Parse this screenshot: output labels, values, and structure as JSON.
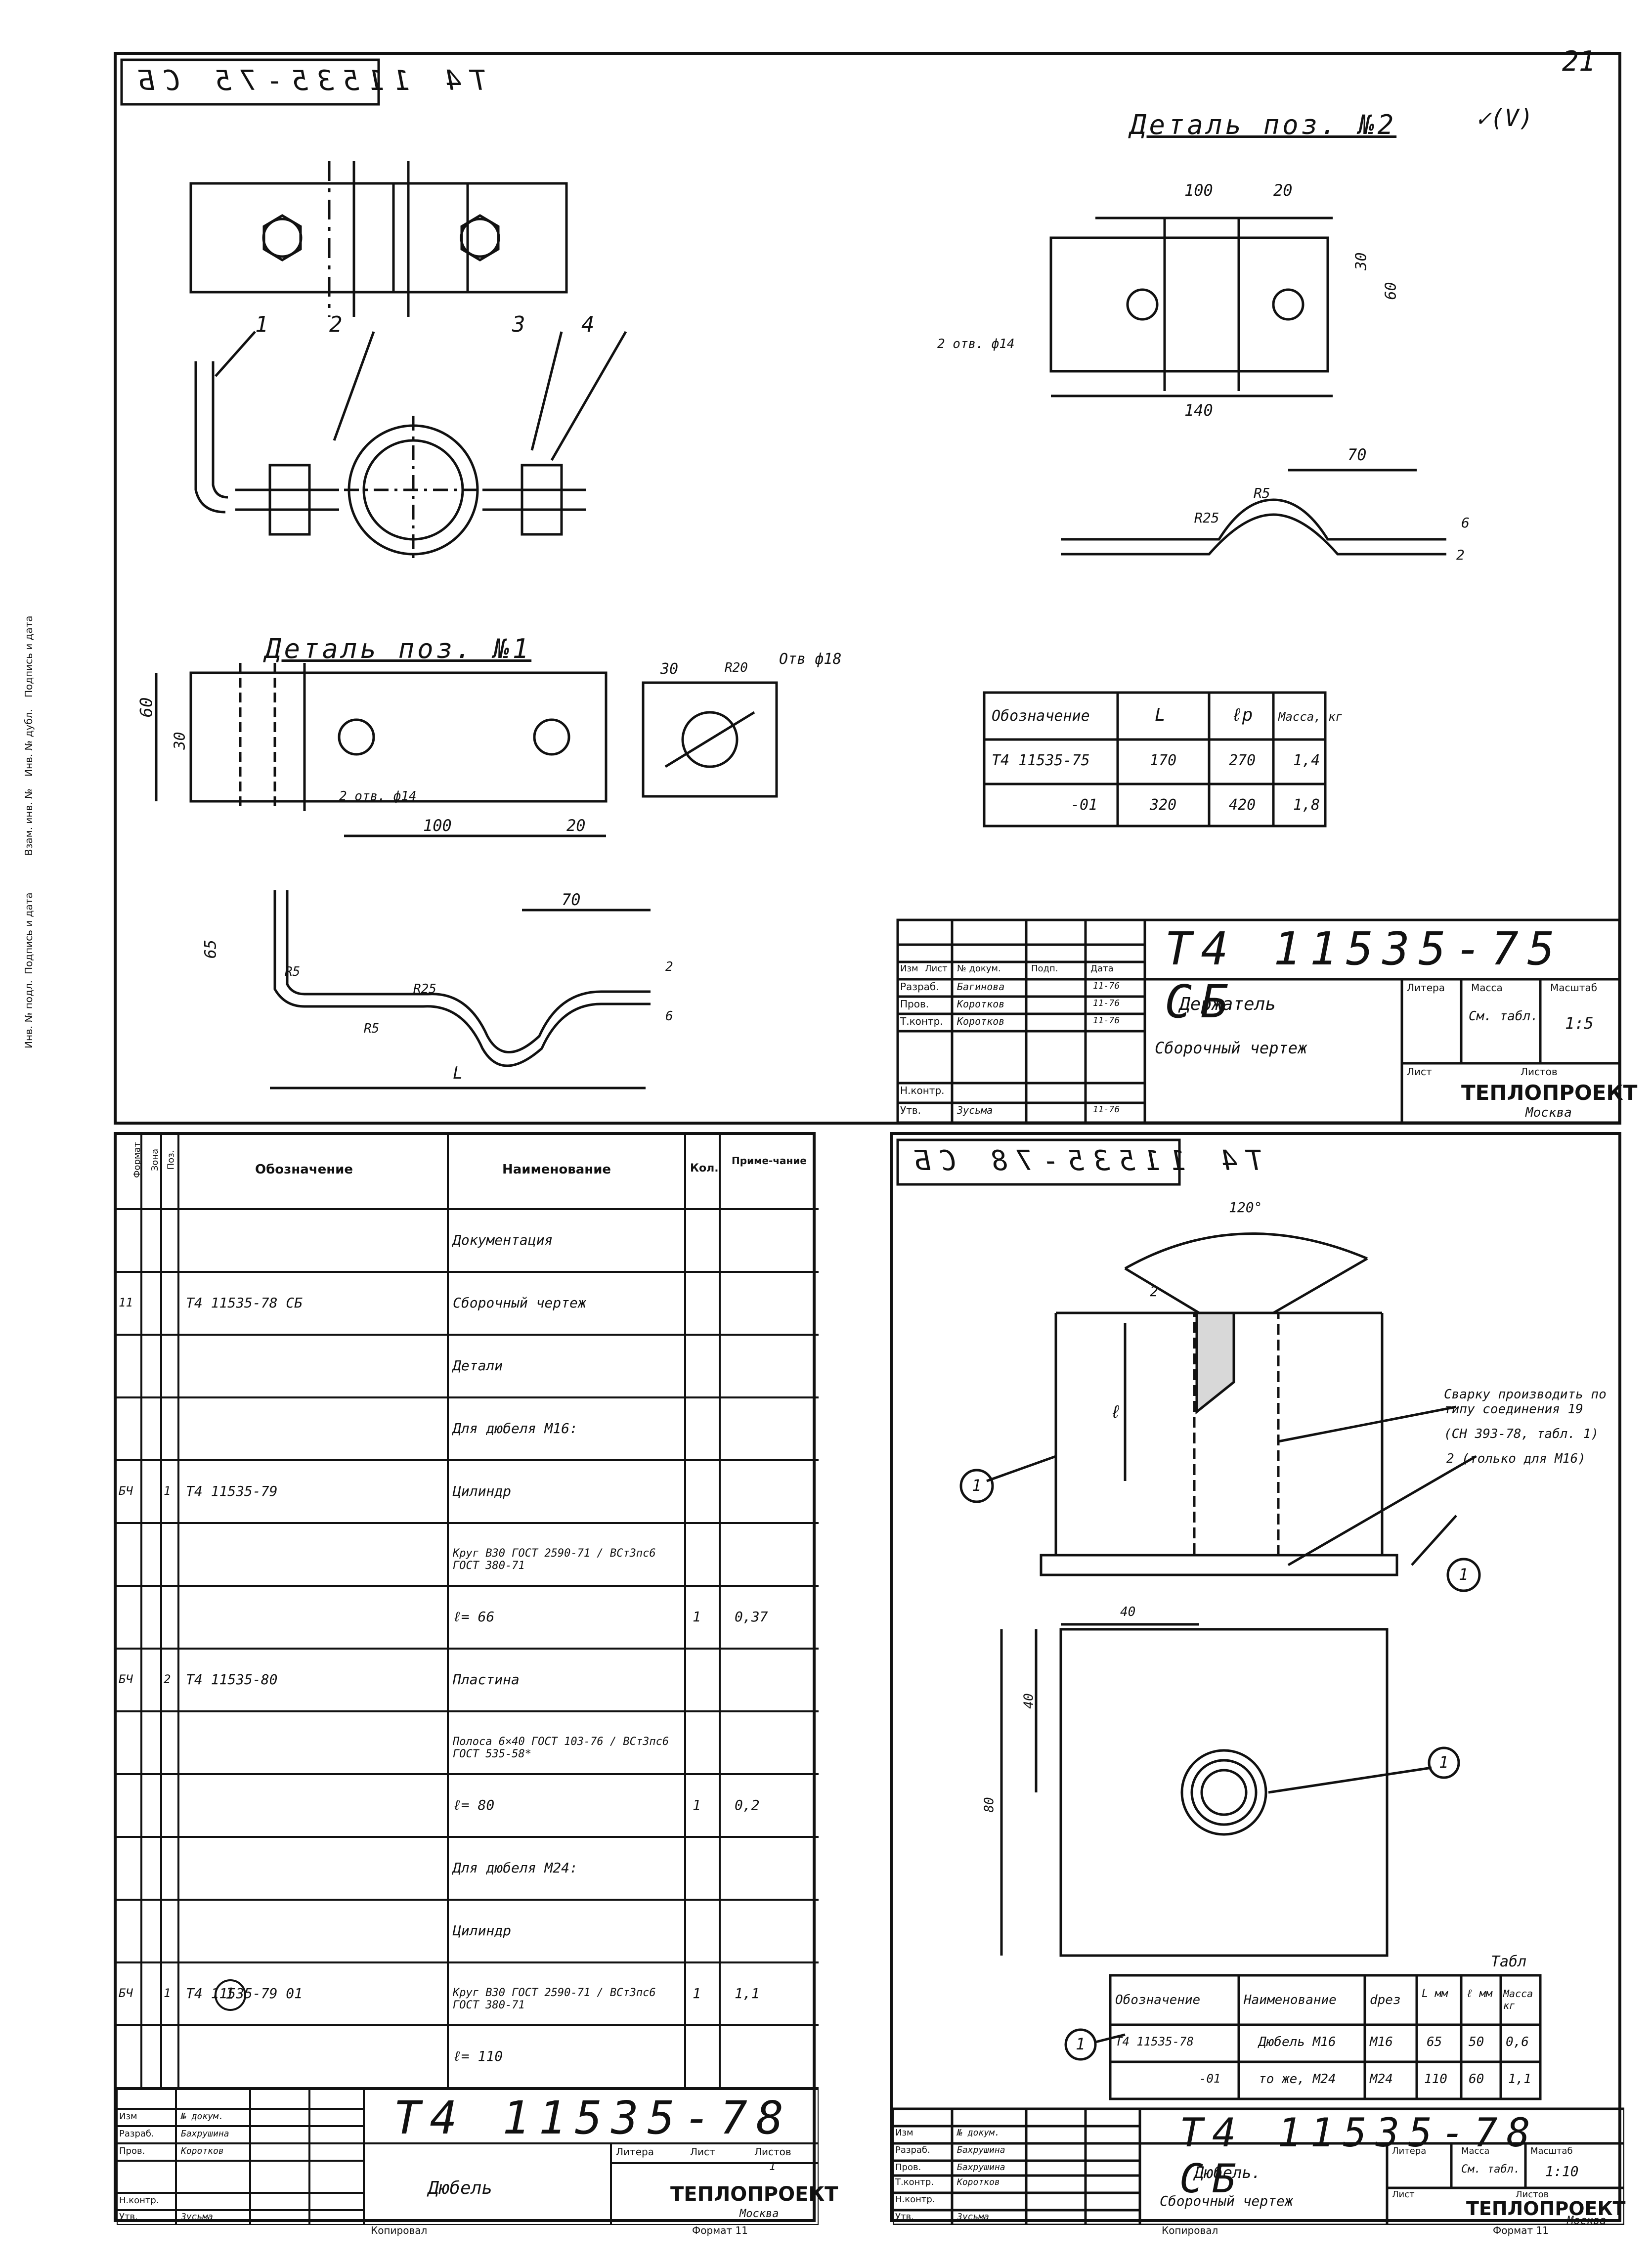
{
  "page_number": "21",
  "check_mark": "✓(V)",
  "sheet1": {
    "mirror_code": "Т4 11535-75 СБ",
    "detail2_title": "Деталь поз. №2",
    "detail1_title": "Деталь поз. №1",
    "callouts": [
      "1",
      "2",
      "3",
      "4"
    ],
    "d2_dims": {
      "d100": "100",
      "d20": "20",
      "d30": "30",
      "d60": "60",
      "d140": "140",
      "d70": "70",
      "r5": "R5",
      "r25": "R25",
      "d6": "6",
      "d2": "2",
      "holes": "2 отв. ф14"
    },
    "d1_dims": {
      "d60": "60",
      "d30": "30",
      "d100": "100",
      "d20": "20",
      "d30b": "30",
      "r20": "R20",
      "hole": "Отв ф18",
      "holes": "2 отв. ф14",
      "d65": "65",
      "r5": "R5",
      "r25": "R25",
      "r5b": "R5",
      "d70": "70",
      "L": "L",
      "d2": "2",
      "d6": "6"
    },
    "table": {
      "headers": [
        "Обозначение",
        "L",
        "ℓр",
        "Масса, кг"
      ],
      "rows": [
        [
          "Т4 11535-75",
          "170",
          "270",
          "1,4"
        ],
        [
          "-01",
          "320",
          "420",
          "1,8"
        ]
      ]
    },
    "stamp": {
      "code": "Т4 11535-75 СБ",
      "title": "Держатель",
      "subtitle": "Сборочный чертеж",
      "cols": [
        "Изм",
        "Лист",
        "№ докум.",
        "Подп.",
        "Дата"
      ],
      "roles": [
        "Разраб.",
        "Пров.",
        "Т.контр.",
        "Н.контр.",
        "Утв."
      ],
      "names": [
        "Багинова",
        "Коротков",
        "Коротков",
        "",
        "Зусьма"
      ],
      "dates": [
        "11-76",
        "11-76",
        "11-76",
        "",
        "11-76"
      ],
      "litera_label": "Литера",
      "mass_label": "Масса",
      "scale_label": "Масштаб",
      "mass_value": "См. табл.",
      "scale_value": "1:5",
      "sheet_label": "Лист",
      "sheets_label": "Листов",
      "org": "ТЕПЛОПРОЕКТ",
      "city": "Москва"
    },
    "side_labels": [
      "Инв. № подл.",
      "Подпись и дата",
      "Взам. инв. №",
      "Инв. № дубл.",
      "Подпись и дата"
    ]
  },
  "sheet2": {
    "headers": [
      "Формат",
      "Зона",
      "Поз.",
      "Обозначение",
      "Наименование",
      "Кол.",
      "Приме-чание"
    ],
    "rows": [
      {
        "fmt": "",
        "pos": "",
        "code": "",
        "name": "Документация",
        "qty": "",
        "note": ""
      },
      {
        "fmt": "11",
        "pos": "",
        "code": "Т4 11535-78 СБ",
        "name": "Сборочный чертеж",
        "qty": "",
        "note": ""
      },
      {
        "fmt": "",
        "pos": "",
        "code": "",
        "name": "Детали",
        "qty": "",
        "note": ""
      },
      {
        "fmt": "",
        "pos": "",
        "code": "",
        "name": "Для дюбеля М16:",
        "qty": "",
        "note": ""
      },
      {
        "fmt": "БЧ",
        "pos": "1",
        "code": "Т4 11535-79",
        "name": "Цилиндр",
        "qty": "",
        "note": ""
      },
      {
        "fmt": "",
        "pos": "",
        "code": "",
        "name": "Круг В30 ГОСТ 2590-71 / ВСт3пс6 ГОСТ 380-71",
        "qty": "",
        "note": ""
      },
      {
        "fmt": "",
        "pos": "",
        "code": "",
        "name": "ℓ= 66",
        "qty": "1",
        "note": "0,37"
      },
      {
        "fmt": "БЧ",
        "pos": "2",
        "code": "Т4 11535-80",
        "name": "Пластина",
        "qty": "",
        "note": ""
      },
      {
        "fmt": "",
        "pos": "",
        "code": "",
        "name": "Полоса 6×40 ГОСТ 103-76 / ВСт3пс6 ГОСТ 535-58*",
        "qty": "",
        "note": ""
      },
      {
        "fmt": "",
        "pos": "",
        "code": "",
        "name": "ℓ= 80",
        "qty": "1",
        "note": "0,2"
      },
      {
        "fmt": "",
        "pos": "",
        "code": "",
        "name": "Для дюбеля М24:",
        "qty": "",
        "note": ""
      },
      {
        "fmt": "",
        "pos": "",
        "code": "",
        "name": "Цилиндр",
        "qty": "",
        "note": ""
      },
      {
        "fmt": "БЧ",
        "pos": "1",
        "code": "Т4 11535-79 01",
        "name": "Круг В30 ГОСТ 2590-71 / ВСт3пс6 ГОСТ 380-71",
        "qty": "1",
        "note": "1,1"
      },
      {
        "fmt": "",
        "pos": "",
        "code": "",
        "name": "ℓ= 110",
        "qty": "",
        "note": ""
      }
    ],
    "callout": "1",
    "stamp": {
      "code": "Т4 11535-78",
      "title": "Дюбель",
      "roles": [
        "Изм",
        "Разраб.",
        "Пров.",
        "Н.контр.",
        "Утв."
      ],
      "names": [
        "№ докум.",
        "Бахрушина",
        "Коротков",
        "",
        "Зусьма"
      ],
      "litera_label": "Литера",
      "sheet_label": "Лист",
      "sheets_label": "Листов",
      "sheets_value": "1",
      "org": "ТЕПЛОПРОЕКТ",
      "city": "Москва",
      "copied": "Копировал",
      "format": "Формат 11"
    }
  },
  "sheet3": {
    "mirror_code": "Т4 11535-78 СБ",
    "angle": "120°",
    "dim_l": "ℓ",
    "dim_2": "2",
    "note1": "Сварку производить по типу соединения 19",
    "note2": "(СН 393-78, табл. 1)",
    "note3": "2 (только для М16)",
    "callouts": [
      "1",
      "1",
      "1",
      "1"
    ],
    "d40": "40",
    "d40v": "40",
    "d80": "80",
    "table_title": "Табл",
    "table": {
      "headers": [
        "Обозначение",
        "Наименование",
        "dрез",
        "L мм",
        "ℓ мм",
        "Масса кг"
      ],
      "rows": [
        [
          "Т4 11535-78",
          "Дюбель М16",
          "М16",
          "65",
          "50",
          "0,6"
        ],
        [
          "-01",
          "то же, М24",
          "М24",
          "110",
          "60",
          "1,1"
        ]
      ]
    },
    "stamp": {
      "code": "Т4 11535-78 СБ",
      "title": "Дюбель.",
      "subtitle": "Сборочный чертеж",
      "roles": [
        "Изм",
        "Разраб.",
        "Пров.",
        "Т.контр.",
        "Н.контр.",
        "Утв."
      ],
      "names": [
        "№ докум.",
        "Бахрушина",
        "Бахрушина",
        "Коротков",
        "",
        "Зусьма"
      ],
      "mass_value": "См. табл.",
      "scale_value": "1:10",
      "litera_label": "Литера",
      "mass_label": "Масса",
      "scale_label": "Масштаб",
      "sheet_label": "Лист",
      "sheets_label": "Листов",
      "org": "ТЕПЛОПРОЕКТ",
      "city": "Москва",
      "copied": "Копировал",
      "format": "Формат 11"
    }
  }
}
